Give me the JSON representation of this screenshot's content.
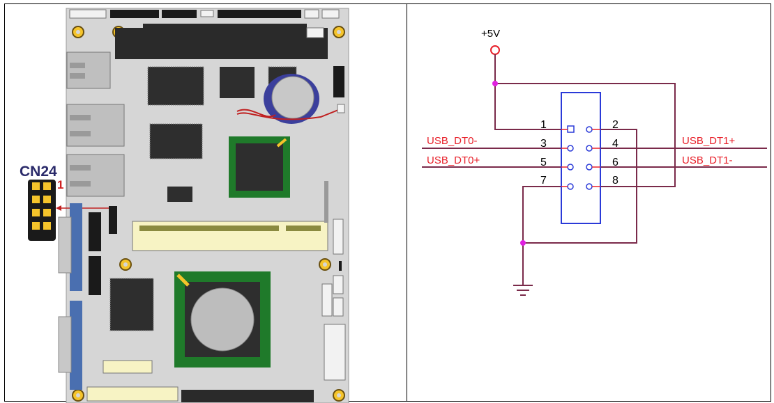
{
  "board": {
    "connector_label": "CN24",
    "pin1_label": "1"
  },
  "schematic": {
    "power_label": "+5V",
    "pins": [
      {
        "num": "1",
        "left_signal": ""
      },
      {
        "num": "2",
        "right_signal": ""
      },
      {
        "num": "3",
        "left_signal": "USB_DT0-"
      },
      {
        "num": "4",
        "right_signal": "USB_DT1+"
      },
      {
        "num": "5",
        "left_signal": "USB_DT0+"
      },
      {
        "num": "6",
        "right_signal": "USB_DT1-"
      },
      {
        "num": "7",
        "left_signal": ""
      },
      {
        "num": "8",
        "right_signal": ""
      }
    ],
    "signals": {
      "dt0_minus": "USB_DT0-",
      "dt0_plus": "USB_DT0+",
      "dt1_plus": "USB_DT1+",
      "dt1_minus": "USB_DT1-"
    },
    "colors": {
      "signal_text": "#e8202a",
      "wire": "#7a2a4a",
      "junction": "#e020e0",
      "header_outline": "#2a3ad8",
      "pcb_base": "#d8d8d8"
    }
  }
}
